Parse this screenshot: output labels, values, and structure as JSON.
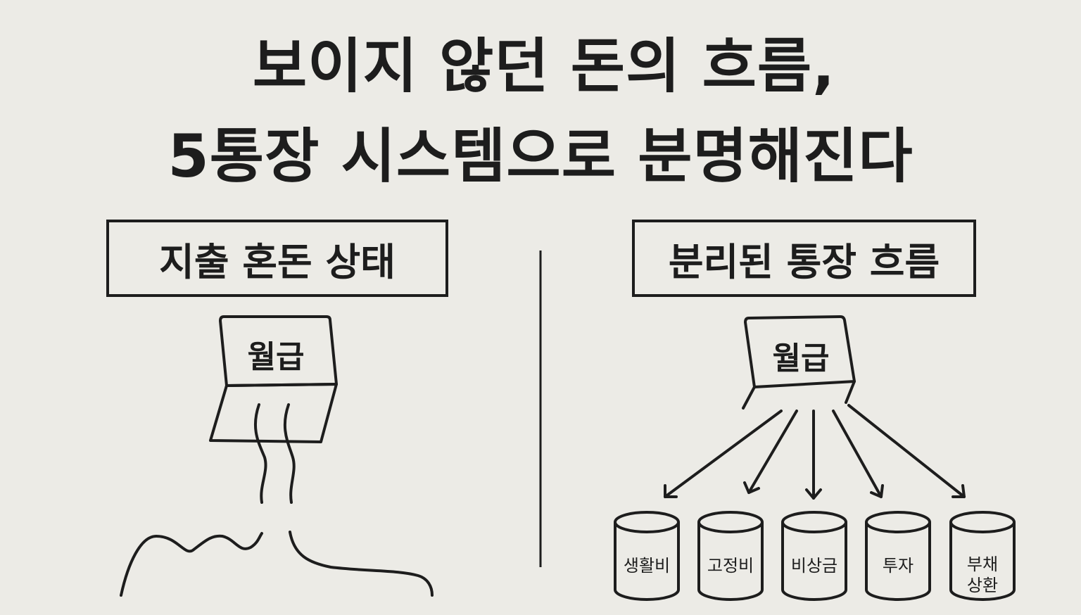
{
  "title": {
    "line1": "보이지 않던 돈의 흐름,",
    "line2": "5통장 시스템으로 분명해진다"
  },
  "left_panel": {
    "heading": "지출 혼돈 상태",
    "source_label": "월급"
  },
  "right_panel": {
    "heading": "분리된 통장 흐름",
    "source_label": "월급",
    "accounts": [
      {
        "line1": "생활비",
        "line2": ""
      },
      {
        "line1": "고정비",
        "line2": ""
      },
      {
        "line1": "비상금",
        "line2": ""
      },
      {
        "line1": "투자",
        "line2": ""
      },
      {
        "line1": "부채",
        "line2": "상환"
      }
    ]
  },
  "colors": {
    "background": "#ecebe6",
    "ink": "#1d1d1d"
  }
}
